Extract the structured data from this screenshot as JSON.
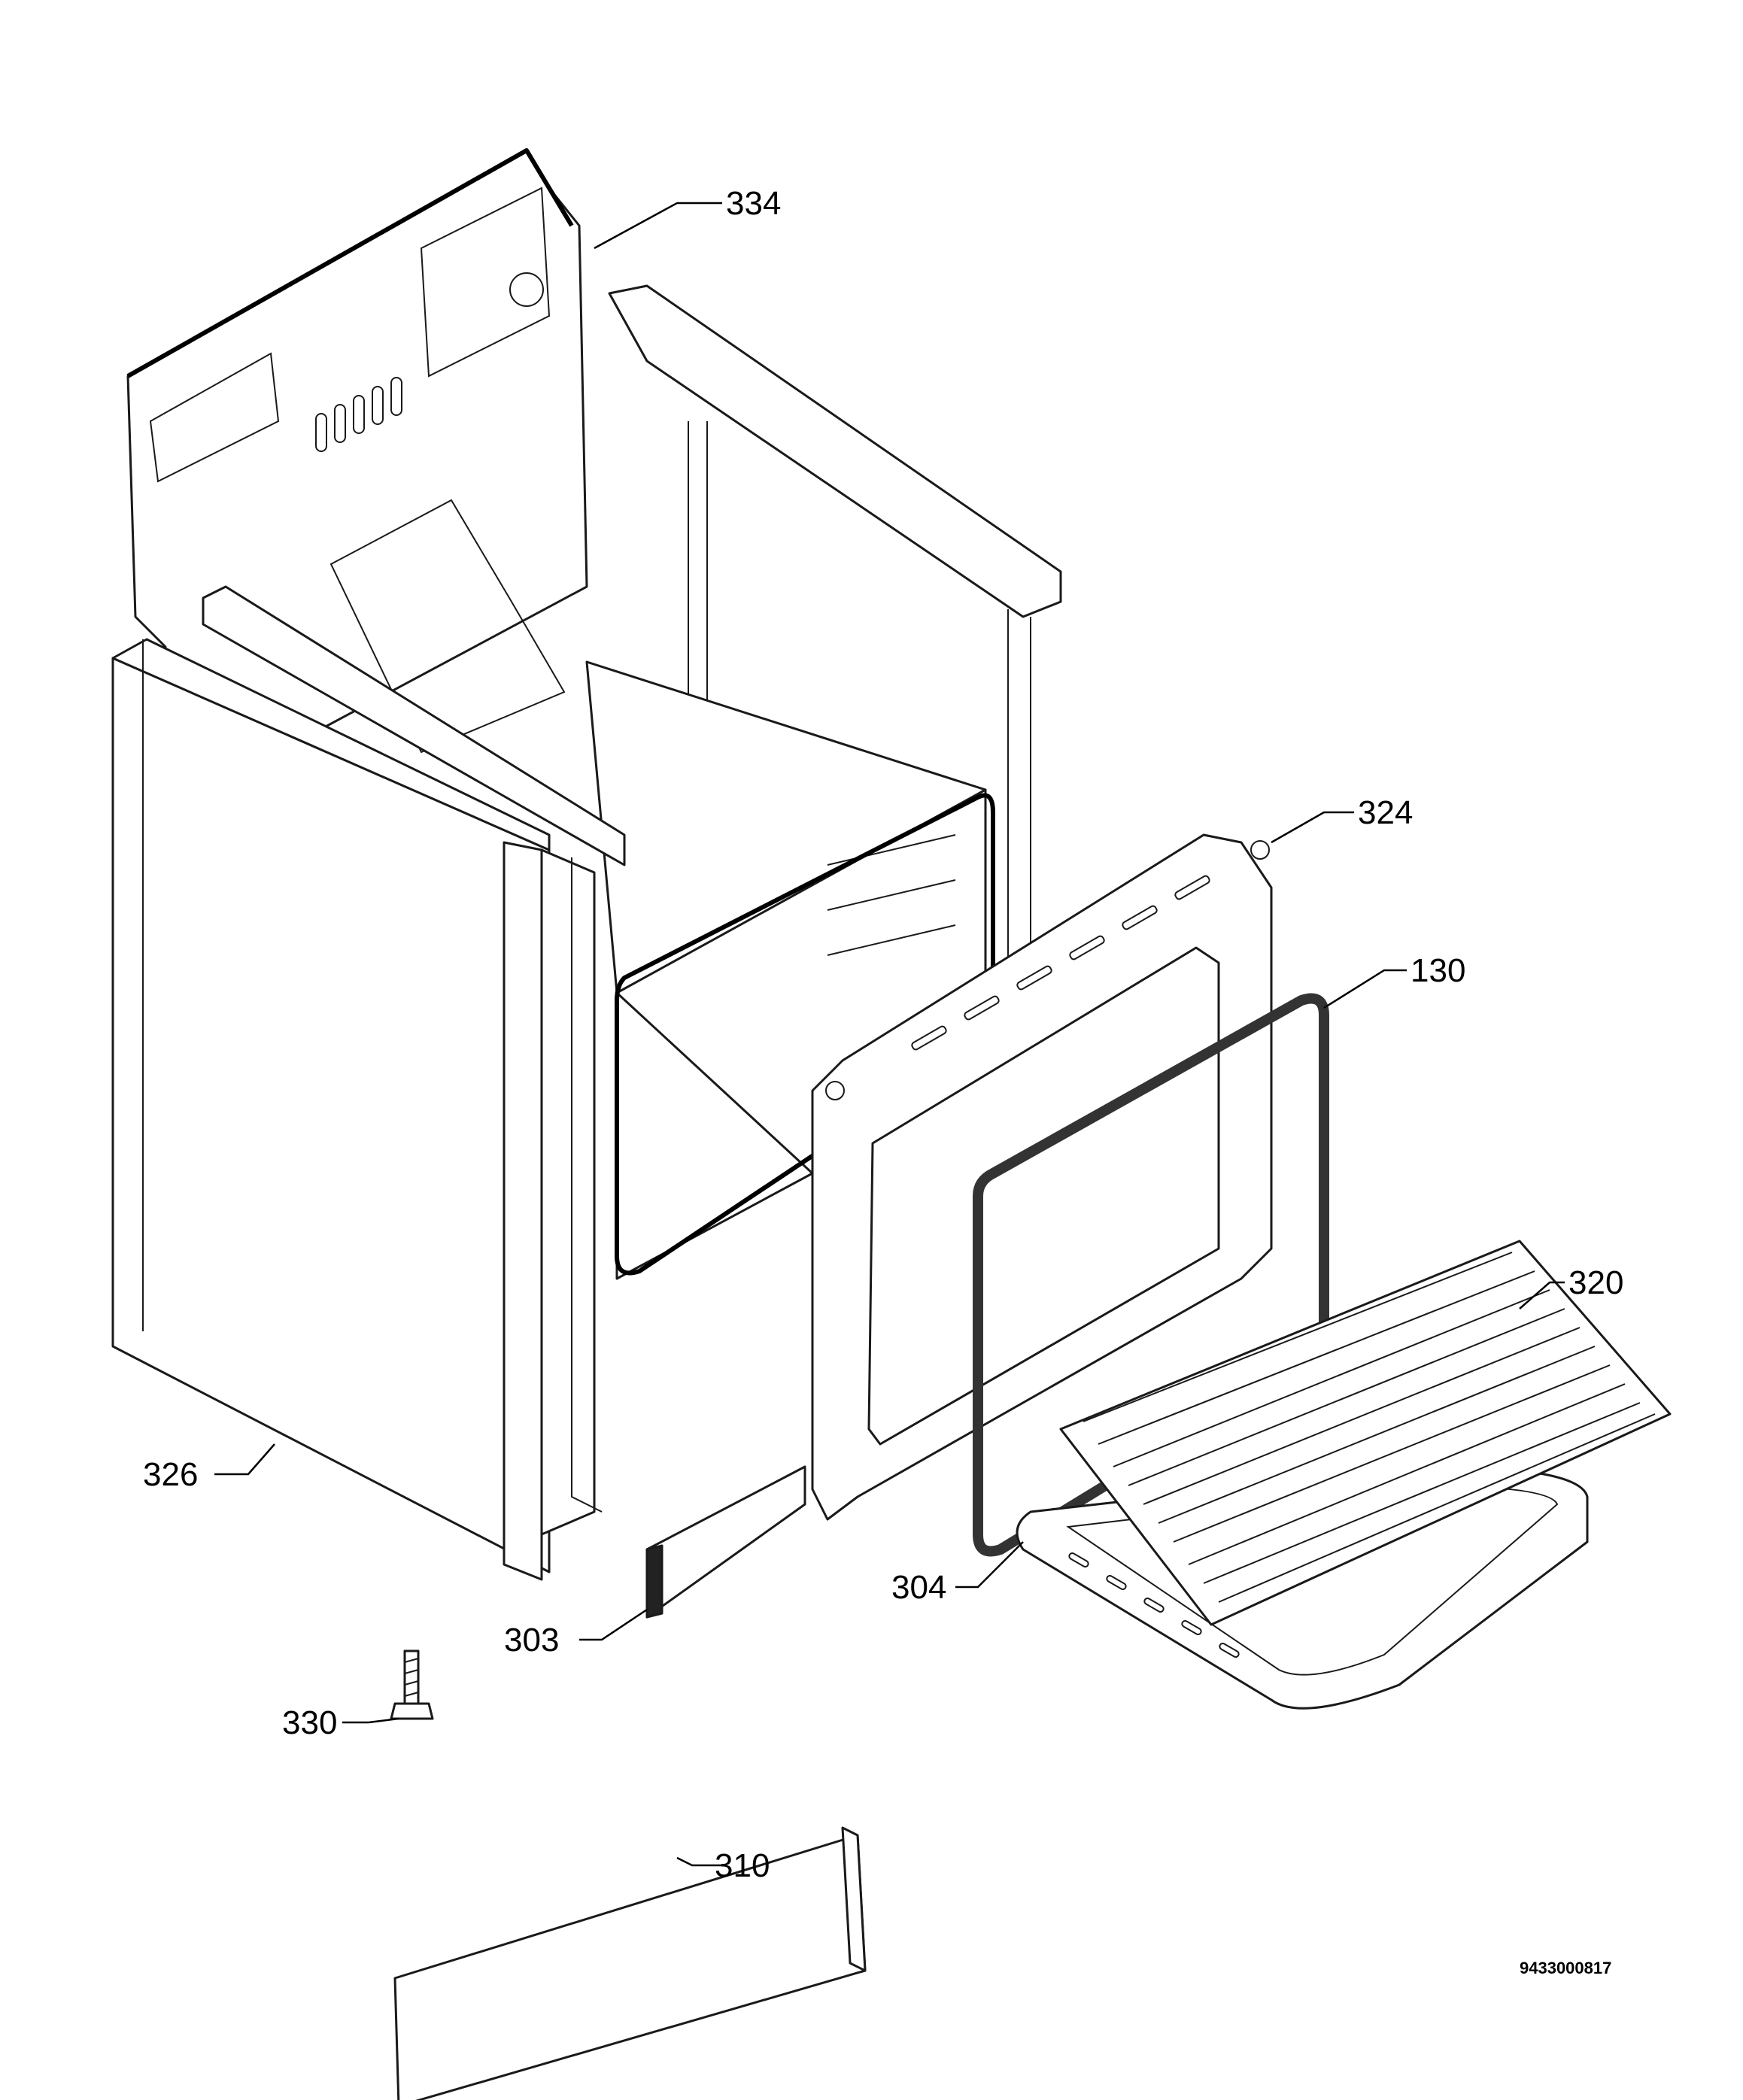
{
  "callouts": {
    "c334": "334",
    "c324": "324",
    "c130": "130",
    "c320": "320",
    "c326": "326",
    "c304": "304",
    "c303": "303",
    "c330": "330",
    "c310": "310"
  },
  "document_number": "9433000817"
}
